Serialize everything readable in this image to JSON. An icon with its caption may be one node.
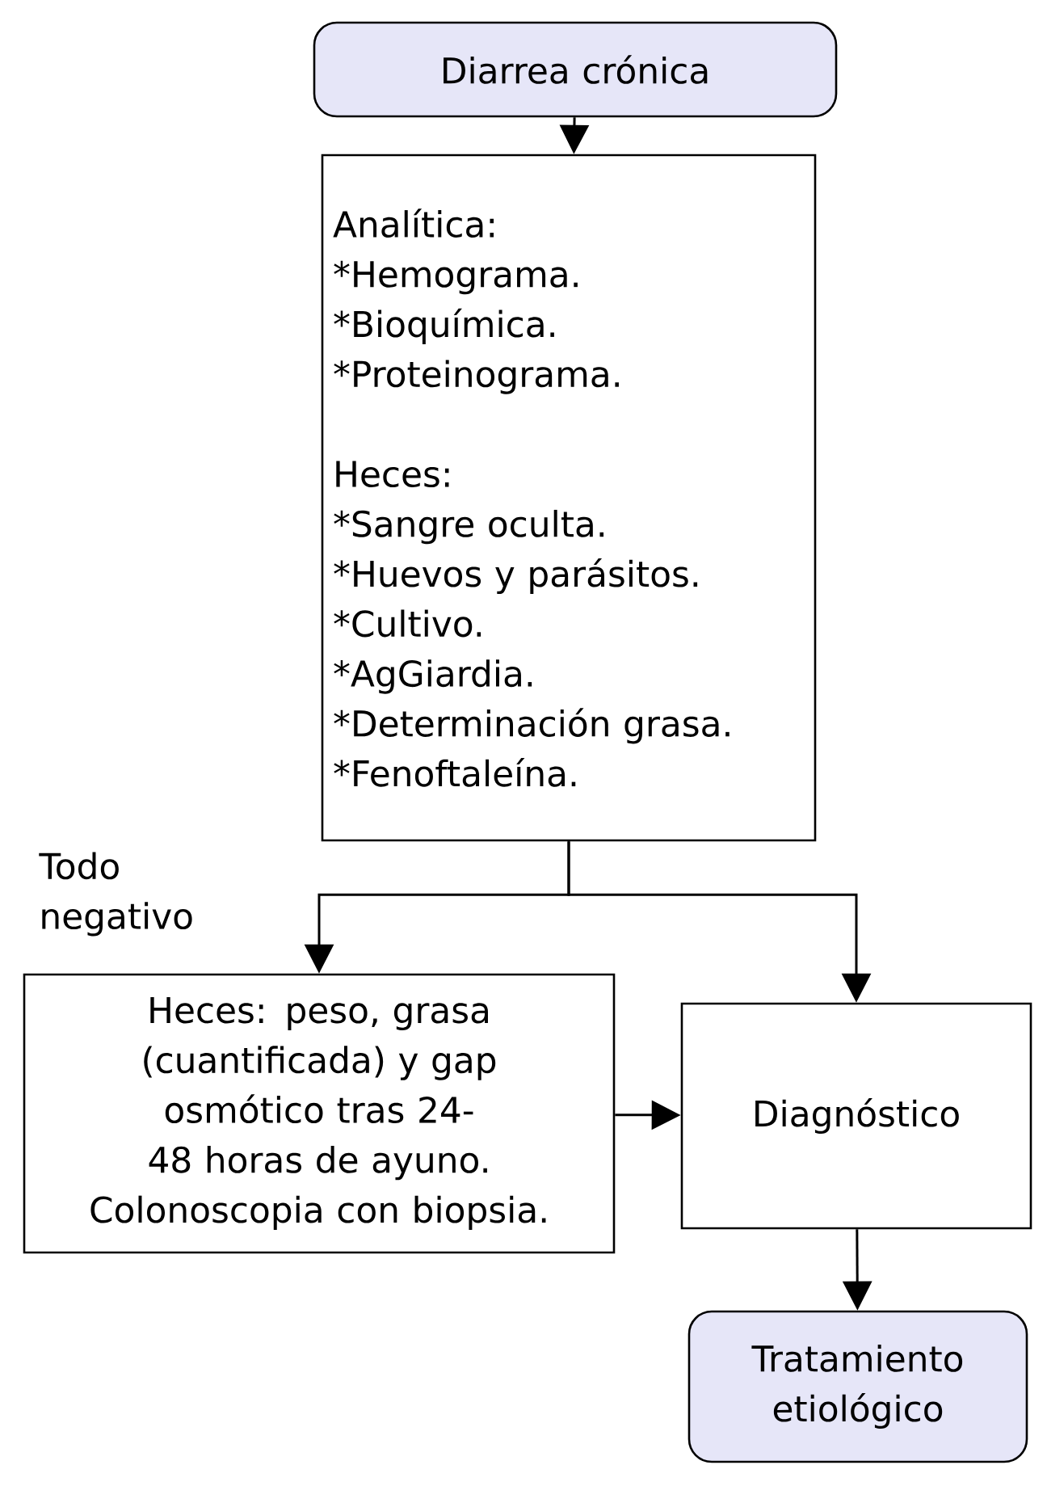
{
  "diagram": {
    "nodes": [
      {
        "text": [
          "Diarrea crónica"
        ]
      },
      {
        "text": [
          "Analítica:",
          "*Hemograma.",
          "*Bioquímica.",
          "*Proteinograma.",
          "Heces:",
          "*Sangre oculta.",
          "*Huevos y parásitos.",
          "*Cultivo.",
          "*AgGiardia.",
          "*Determinación grasa.",
          "*Fenoftaleína."
        ]
      },
      {
        "text": [
          "Heces: peso, grasa (cuantificada) y gap osmótico tras 24-48 horas de ayuno. Colonoscopia con biopsia."
        ]
      },
      {
        "text": [
          "Diagnóstico"
        ]
      },
      {
        "text": [
          "Tratamiento etiológico"
        ]
      }
    ],
    "edges": [
      {
        "from": 0,
        "to": 1,
        "arrow": "to"
      },
      {
        "from": 1,
        "to": 2,
        "arrow": "to",
        "label": "Todo negativo"
      },
      {
        "from": 1,
        "to": 3,
        "arrow": "to"
      },
      {
        "from": 2,
        "to": 3,
        "arrow": "to"
      },
      {
        "from": 3,
        "to": 4,
        "arrow": "to"
      }
    ]
  }
}
